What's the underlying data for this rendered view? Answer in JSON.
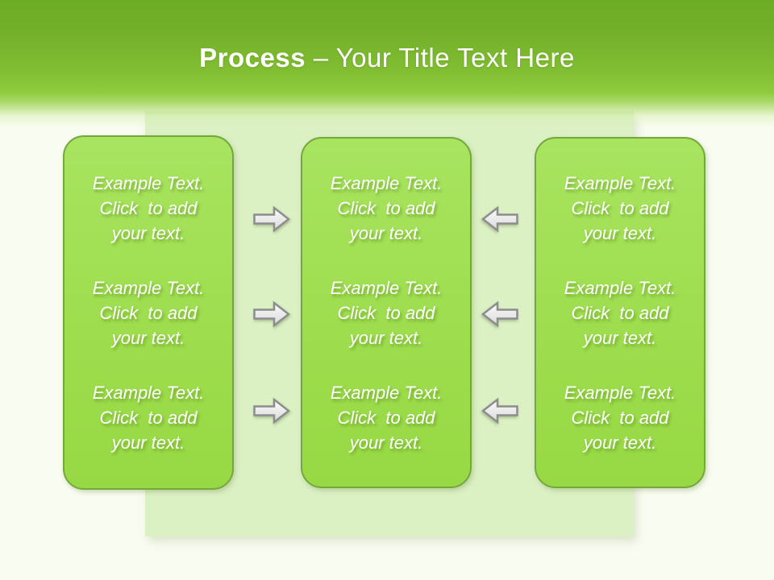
{
  "title": {
    "emphasis": "Process",
    "rest": "– Your Title Text Here",
    "full": "Process – Your Title Text Here"
  },
  "columns": [
    {
      "id": "left",
      "blocks": [
        "Example Text.\nClick  to add\nyour text.",
        "Example Text.\nClick  to add\nyour text.",
        "Example Text.\nClick  to add\nyour text."
      ]
    },
    {
      "id": "middle",
      "blocks": [
        "Example Text.\nClick  to add\nyour text.",
        "Example Text.\nClick  to add\nyour text.",
        "Example Text.\nClick  to add\nyour text."
      ]
    },
    {
      "id": "right",
      "blocks": [
        "Example Text.\nClick  to add\nyour text.",
        "Example Text.\nClick  to add\nyour text.",
        "Example Text.\nClick  to add\nyour text."
      ]
    }
  ],
  "arrows": [
    {
      "direction": "right",
      "row": 1
    },
    {
      "direction": "right",
      "row": 2
    },
    {
      "direction": "right",
      "row": 3
    },
    {
      "direction": "left",
      "row": 1
    },
    {
      "direction": "left",
      "row": 2
    },
    {
      "direction": "left",
      "row": 3
    }
  ],
  "colors": {
    "header_gradient_top": "#6cab24",
    "header_gradient_bright": "#8ecb3d",
    "slide_background": "#f9fcf1",
    "panel_background": "#dbf0c3",
    "box_fill": "#9edd4e",
    "box_border": "#74a73e",
    "arrow_fill_light": "#fcfcfc",
    "arrow_fill_dark": "#d9d9d9",
    "arrow_stroke": "#8d8d8d",
    "title_color": "#ffffff",
    "body_text_color": "#ffffff"
  }
}
